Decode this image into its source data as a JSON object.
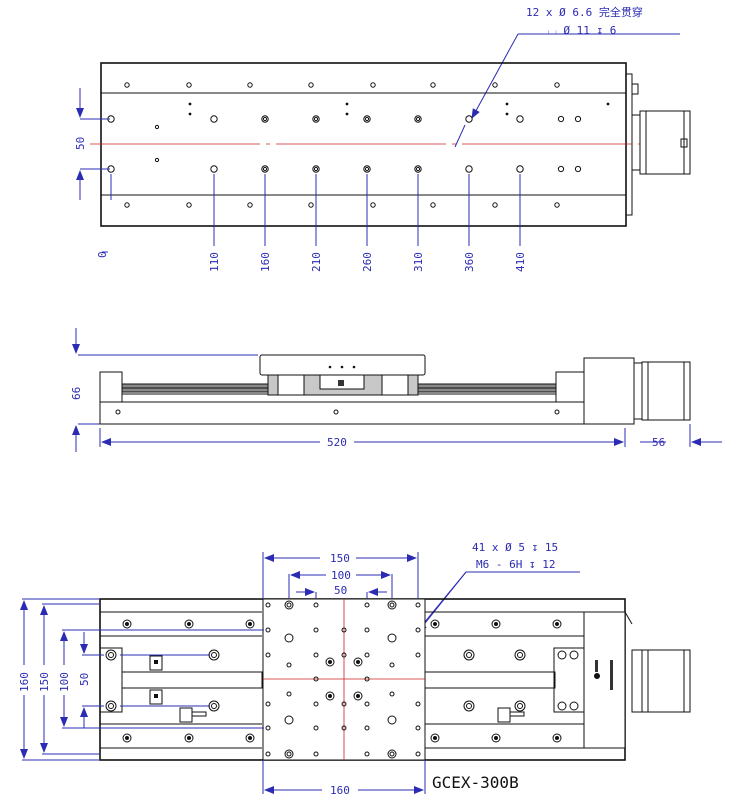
{
  "top_view": {
    "note_line1": "12 x Ø 6.6 完全贯穿",
    "note_line2": "⌴ Ø 11 ↧ 6",
    "dim_vertical": "50",
    "dim_zero": "0",
    "hole_positions": [
      "110",
      "160",
      "210",
      "260",
      "310",
      "360",
      "410"
    ]
  },
  "side_view": {
    "dim_height": "66",
    "dim_length": "520",
    "dim_motor": "56"
  },
  "bottom_view": {
    "note_line1": "41 x Ø 5 ↧ 15",
    "note_line2": "M6 - 6H ↧ 12",
    "dim_top_150": "150",
    "dim_top_100": "100",
    "dim_top_50": "50",
    "dim_bottom_160": "160",
    "dim_left_160": "160",
    "dim_left_150": "150",
    "dim_left_100": "100",
    "dim_left_50": "50",
    "model_label": "GCEX-300B"
  },
  "colors": {
    "dimension": "#2b2bb3",
    "centerline": "#cc2222",
    "outline": "#111111"
  }
}
